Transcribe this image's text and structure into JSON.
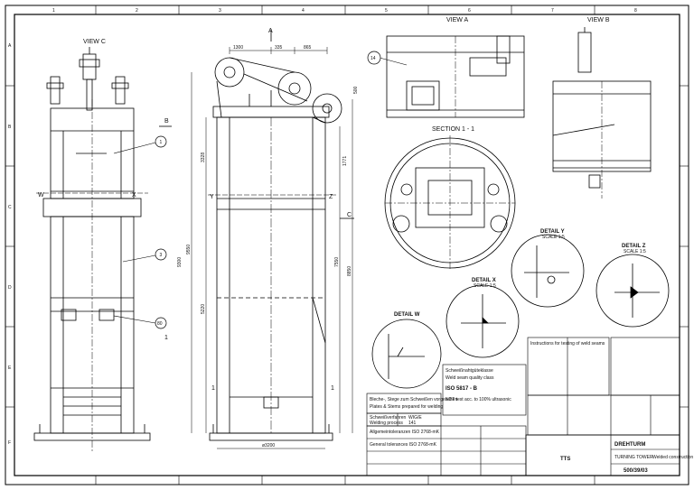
{
  "views": {
    "view_c": "VIEW C",
    "view_a": "VIEW A",
    "view_b": "VIEW B",
    "section": "SECTION 1 - 1",
    "detail_w": "DETAIL W",
    "detail_x": "DETAIL X",
    "detail_y": "DETAIL Y",
    "detail_z": "DETAIL Z",
    "scale": "SCALE 1:5"
  },
  "callouts": {
    "c1": "1",
    "c3": "3",
    "c80": "80",
    "c14": "14"
  },
  "section_marks": {
    "a": "A",
    "b": "B",
    "c": "C",
    "w": "W",
    "x": "X",
    "y": "Y",
    "z": "Z",
    "one": "1"
  },
  "dimensions": {
    "d1300": "1300",
    "d335": "335",
    "d865": "865",
    "d500": "500",
    "d3328": "3328",
    "d1771": "1771",
    "d9550": "9550",
    "d9300": "9300",
    "d5220": "5220",
    "d7550": "7550",
    "d8850": "8850",
    "d3200": "ø3200"
  },
  "weld_table": {
    "header_left": "Schweißverfahren",
    "header_left_en": "Welding process",
    "code": "WIG/E",
    "code_num": "141"
  },
  "notes": {
    "note_bleche": "Bleche-, Stege zum Schweißen vorgesehen",
    "note_plates": "Plates & Stems prepared for welding",
    "weld_seam_title": "Schweißnahtgüteklasse",
    "weld_seam_en": "Weld seam quality class",
    "iso": "ISO 5817 - B",
    "ndt": "NDT test acc. to 100% ultrasonic",
    "instructions": "Instructions for testing of weld seams",
    "tolerance": "Allgemeintoleranzen ISO 2768-mK",
    "tolerance_en": "General tolerances ISO 2768-mK"
  },
  "title_block": {
    "name": "DREHTURM",
    "subtitle": "TURNING TOWER",
    "desc": "Welded construction",
    "number": "500/39/03",
    "company": "TTS"
  },
  "ruler": {
    "cols": [
      "1",
      "2",
      "3",
      "4",
      "5",
      "6",
      "7",
      "8"
    ],
    "rows": [
      "A",
      "B",
      "C",
      "D",
      "E",
      "F"
    ]
  }
}
